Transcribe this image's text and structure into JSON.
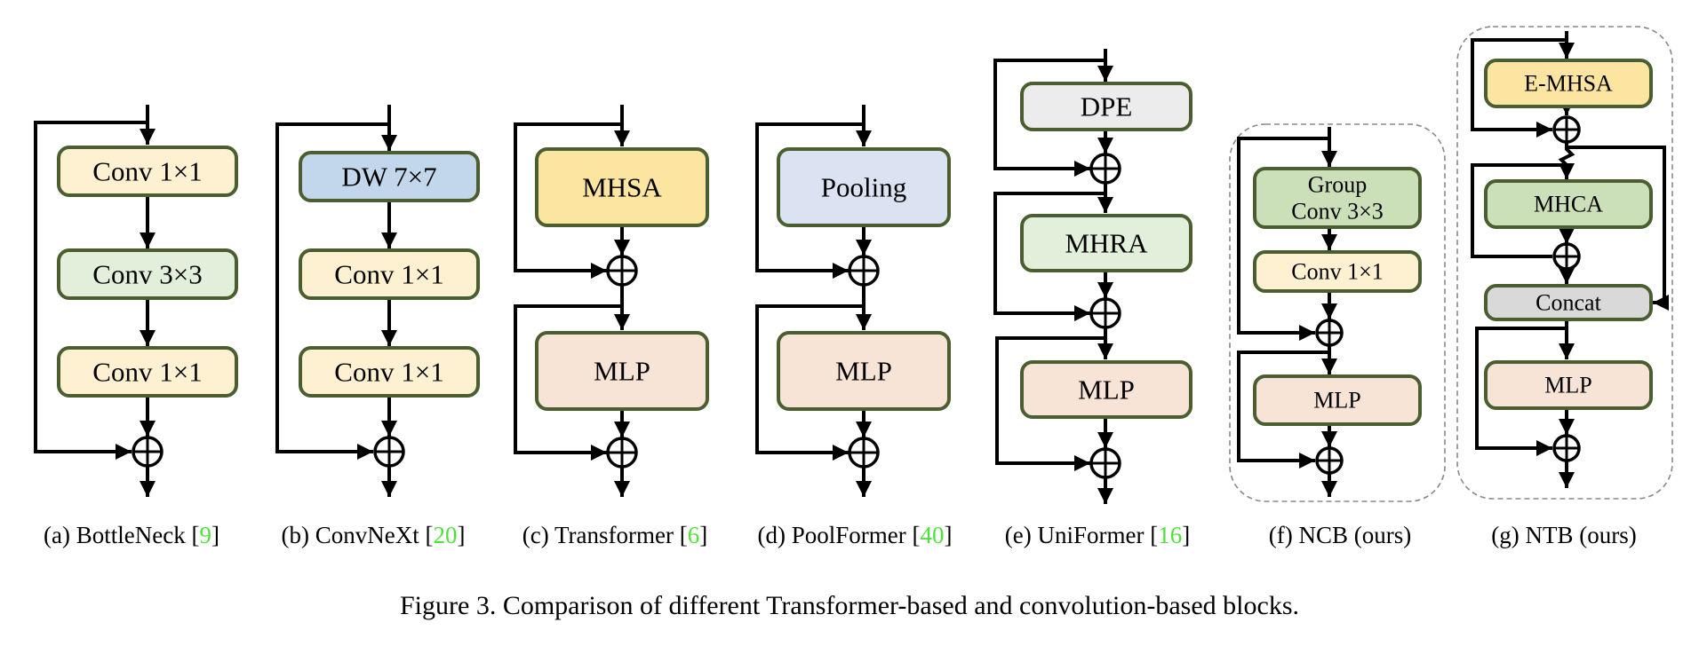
{
  "colors": {
    "yellow_light": "#fdf1d2",
    "green_light": "#e2efda",
    "blue": "#c3d7ec",
    "yellow": "#fbe5a0",
    "blue_light": "#dbe3f2",
    "peach": "#f7e4d6",
    "gray_light": "#ececec",
    "green": "#cbe0b8",
    "gray": "#d9d9d9",
    "border": "#4a5e30",
    "citation": "#4fe23a"
  },
  "blocks": [
    {
      "id": "a",
      "prefix": "(a) BottleNeck [",
      "cite": "9",
      "suffix": "]",
      "nodes": [
        {
          "label": "Conv 1×1",
          "color": "yellow_light"
        },
        {
          "label": "Conv 3×3",
          "color": "green_light"
        },
        {
          "label": "Conv 1×1",
          "color": "yellow_light"
        }
      ]
    },
    {
      "id": "b",
      "prefix": "(b) ConvNeXt [",
      "cite": "20",
      "suffix": "]",
      "nodes": [
        {
          "label": "DW 7×7",
          "color": "blue"
        },
        {
          "label": "Conv 1×1",
          "color": "yellow_light"
        },
        {
          "label": "Conv 1×1",
          "color": "yellow_light"
        }
      ]
    },
    {
      "id": "c",
      "prefix": "(c) Transformer [",
      "cite": "6",
      "suffix": "]",
      "nodes": [
        {
          "label": "MHSA",
          "color": "yellow"
        },
        {
          "label": "MLP",
          "color": "peach"
        }
      ]
    },
    {
      "id": "d",
      "prefix": "(d) PoolFormer [",
      "cite": "40",
      "suffix": "]",
      "nodes": [
        {
          "label": "Pooling",
          "color": "blue_light"
        },
        {
          "label": "MLP",
          "color": "peach"
        }
      ]
    },
    {
      "id": "e",
      "prefix": "(e) UniFormer [",
      "cite": "16",
      "suffix": "]",
      "nodes": [
        {
          "label": "DPE",
          "color": "gray_light"
        },
        {
          "label": "MHRA",
          "color": "green_light"
        },
        {
          "label": "MLP",
          "color": "peach"
        }
      ]
    },
    {
      "id": "f",
      "prefix": "(f) NCB (ours)",
      "cite": "",
      "suffix": "",
      "nodes": [
        {
          "label": "Group",
          "label2": "Conv 3×3",
          "color": "green"
        },
        {
          "label": "Conv 1×1",
          "color": "yellow_light"
        },
        {
          "label": "MLP",
          "color": "peach"
        }
      ]
    },
    {
      "id": "g",
      "prefix": "(g) NTB (ours)",
      "cite": "",
      "suffix": "",
      "nodes": [
        {
          "label": "E-MHSA",
          "color": "yellow"
        },
        {
          "label": "MHCA",
          "color": "green"
        },
        {
          "label": "Concat",
          "color": "gray"
        },
        {
          "label": "MLP",
          "color": "peach"
        }
      ]
    }
  ],
  "caption": "Figure 3. Comparison of different Transformer-based and convolution-based blocks."
}
